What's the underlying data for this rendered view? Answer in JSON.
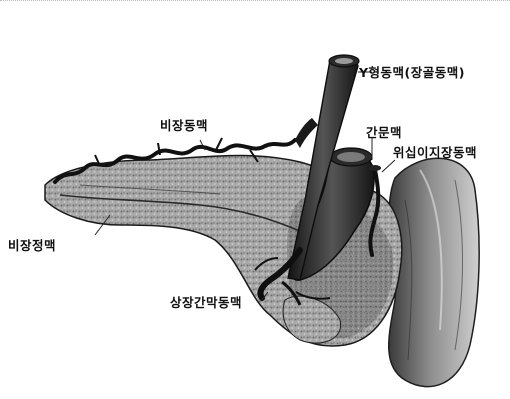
{
  "labels": {
    "y_artery": "Y형동맥(장골동맥)",
    "splenic_artery": "비장동맥",
    "portal_vein": "간문맥",
    "gastroduodenal_artery": "위십이지장동맥",
    "splenic_vein": "비장정맥",
    "superior_mesenteric_artery": "상장간막동맥"
  },
  "colors": {
    "tissue_light": "#bdbdbd",
    "tissue_mid": "#8a8a8a",
    "tissue_dark": "#3a3a3a",
    "vessel": "#1a1a1a",
    "background": "#ffffff"
  }
}
